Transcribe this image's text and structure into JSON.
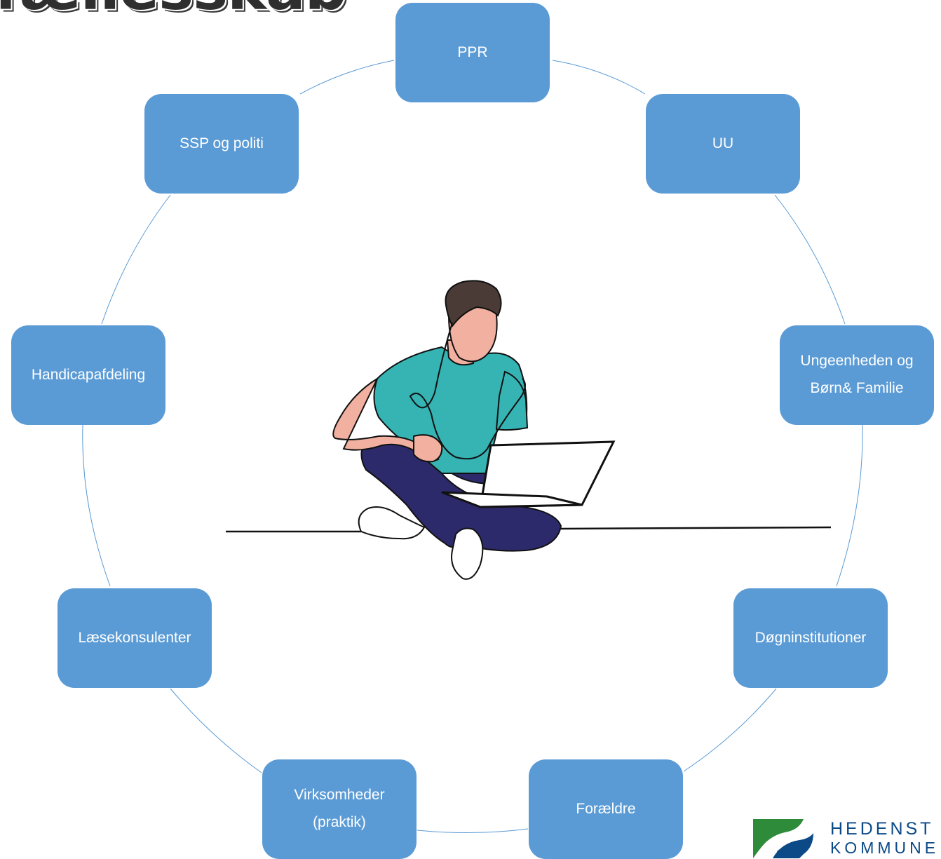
{
  "page": {
    "title": "fællesskab"
  },
  "nodes": [
    {
      "id": "ppr",
      "label": "PPR"
    },
    {
      "id": "uu",
      "label": "UU"
    },
    {
      "id": "ungeenheden",
      "label": "Ungeenheden og\nBørn& Familie"
    },
    {
      "id": "dognin",
      "label": "Døgninstitutioner"
    },
    {
      "id": "foraeldre",
      "label": "Forældre"
    },
    {
      "id": "virksomheder",
      "label": "Virksomheder\n(praktik)"
    },
    {
      "id": "laesekonsulenter",
      "label": "Læsekonsulenter"
    },
    {
      "id": "handicapafdeling",
      "label": "Handicapafdeling"
    },
    {
      "id": "ssp",
      "label": "SSP og politi"
    }
  ],
  "logo": {
    "line1": "HEDENST",
    "line2": "KOMMUNE"
  },
  "colors": {
    "node_fill": "#5b9bd5",
    "ring_stroke": "#5b9bd5",
    "logo_green": "#2e8b3a",
    "logo_blue": "#0b4a87",
    "shirt": "#36b3b3",
    "pants": "#2d2a6b",
    "hair": "#4a3b36",
    "skin": "#f1b0a0"
  },
  "illustration": "person-on-laptop"
}
